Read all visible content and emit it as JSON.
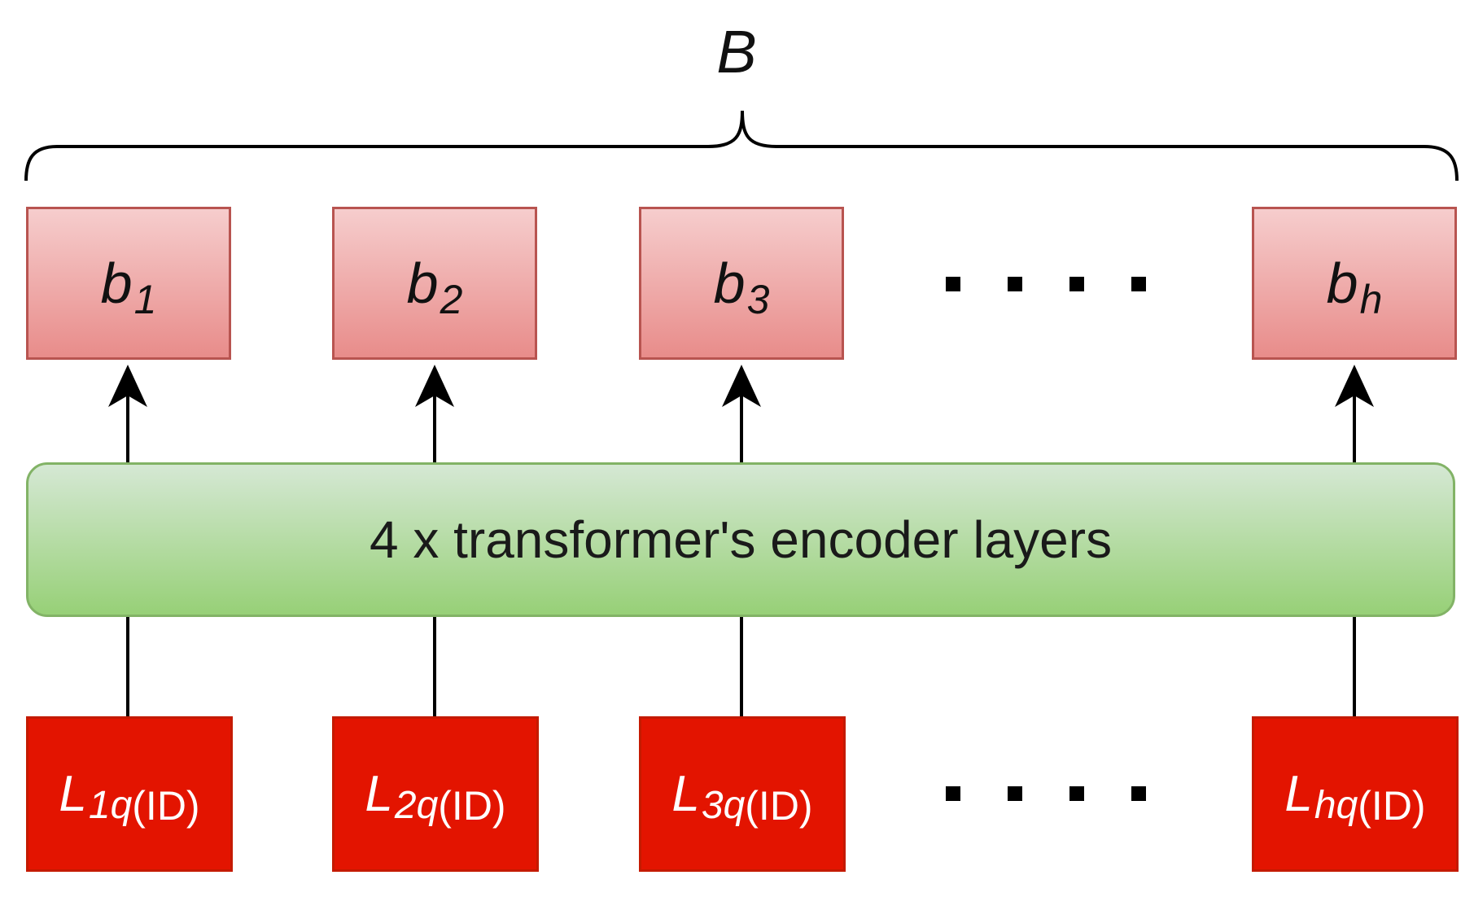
{
  "brace": {
    "label": "B"
  },
  "encoder": {
    "label": "4 x transformer's encoder layers"
  },
  "outputs": [
    {
      "base": "b",
      "sub": "1"
    },
    {
      "base": "b",
      "sub": "2"
    },
    {
      "base": "b",
      "sub": "3"
    },
    {
      "base": "b",
      "sub": "h"
    }
  ],
  "inputs": [
    {
      "base": "L",
      "sub": "1q",
      "suffix": "(ID)"
    },
    {
      "base": "L",
      "sub": "2q",
      "suffix": "(ID)"
    },
    {
      "base": "L",
      "sub": "3q",
      "suffix": "(ID)"
    },
    {
      "base": "L",
      "sub": "hq",
      "suffix": "(ID)"
    }
  ],
  "ellipsis": {
    "top": "....",
    "bottom": "...."
  },
  "colors": {
    "output_fill": "#f19c99",
    "output_border": "#b85450",
    "input_fill": "#e31400",
    "input_border": "#c41a00",
    "encoder_fill": "#b9e0a5",
    "encoder_border": "#82b366"
  }
}
